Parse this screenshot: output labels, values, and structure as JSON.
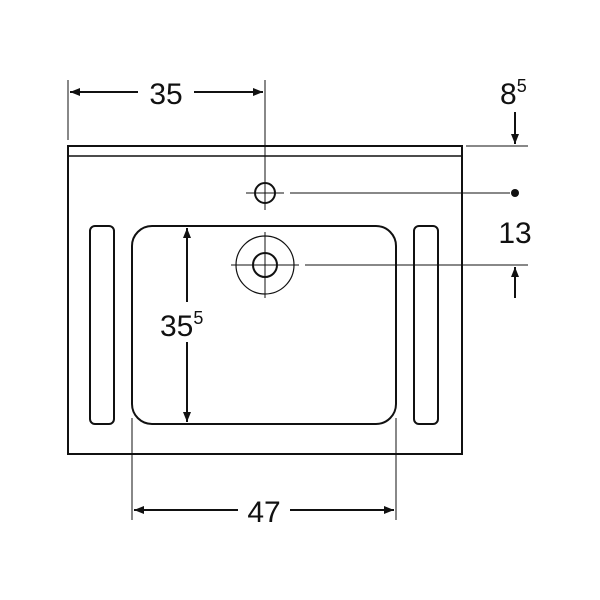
{
  "dimensions": {
    "tap_hole_offset": {
      "value": "35"
    },
    "top_to_tap_hole": {
      "value": "8",
      "superscript": "5"
    },
    "tap_to_drain": {
      "value": "13"
    },
    "bowl_depth": {
      "value": "35",
      "superscript": "5"
    },
    "bowl_width": {
      "value": "47"
    }
  },
  "colors": {
    "line": "#111111",
    "background": "#ffffff"
  }
}
